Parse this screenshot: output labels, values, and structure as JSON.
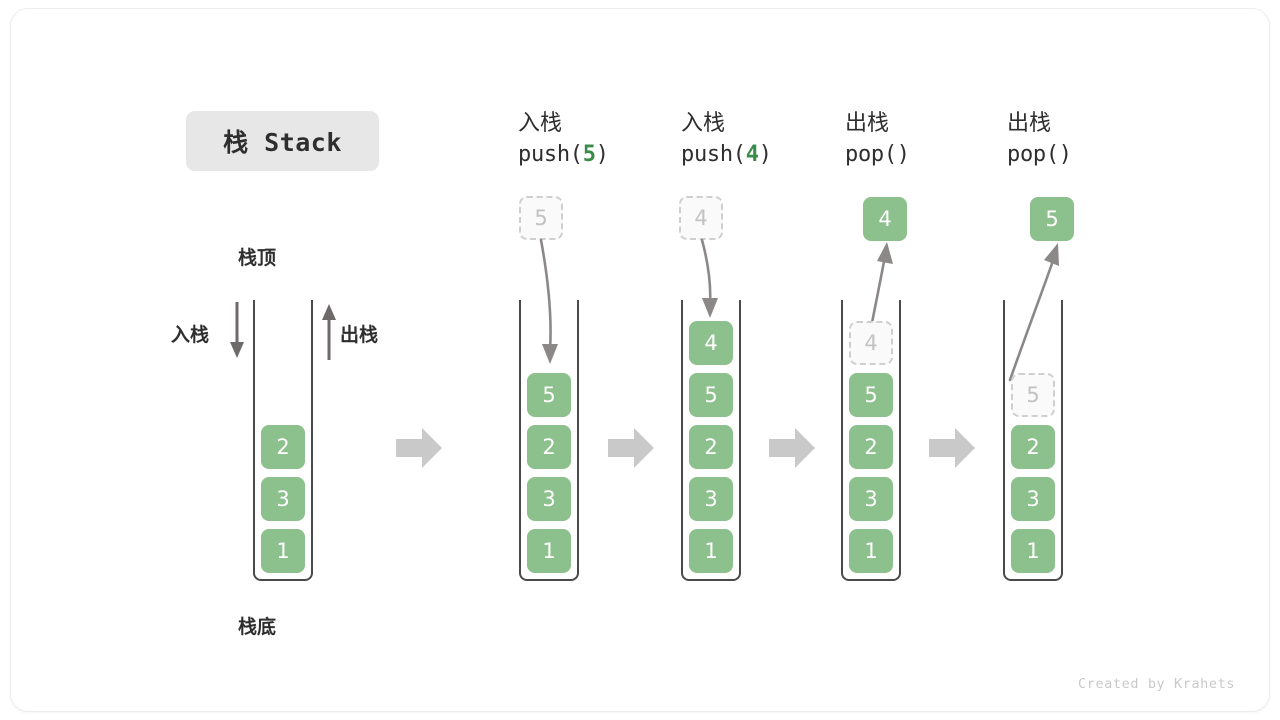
{
  "title": {
    "badge": "栈 Stack"
  },
  "legend": {
    "top_label": "栈顶",
    "bottom_label": "栈底",
    "push_label": "入栈",
    "pop_label": "出栈"
  },
  "colors": {
    "box_fill": "#8cc08c",
    "box_text": "#ffffff",
    "ghost_border": "#cfcfcf",
    "ghost_text": "#c2c2c2",
    "frame_stroke": "#4a4a4a",
    "accent_green": "#3a8c4a",
    "flow_arrow": "#c9c9c9",
    "badge_bg": "#e7e7e7"
  },
  "columns": [
    {
      "id": "initial",
      "header_cn": "",
      "header_fn": "",
      "header_arg": "",
      "stack": [
        "2",
        "3",
        "1"
      ],
      "ghost": null,
      "outside": null
    },
    {
      "id": "push-5",
      "header_cn": "入栈",
      "header_fn_prefix": "push(",
      "header_arg": "5",
      "header_fn_suffix": ")",
      "stack": [
        "5",
        "2",
        "3",
        "1"
      ],
      "ghost": {
        "value": "5",
        "position": "above"
      },
      "outside": null
    },
    {
      "id": "push-4",
      "header_cn": "入栈",
      "header_fn_prefix": "push(",
      "header_arg": "4",
      "header_fn_suffix": ")",
      "stack": [
        "4",
        "5",
        "2",
        "3",
        "1"
      ],
      "ghost": {
        "value": "4",
        "position": "above"
      },
      "outside": null
    },
    {
      "id": "pop-1",
      "header_cn": "出栈",
      "header_fn_prefix": "pop(",
      "header_arg": "",
      "header_fn_suffix": ")",
      "stack": [
        "5",
        "2",
        "3",
        "1"
      ],
      "ghost": {
        "value": "4",
        "position": "inside-top"
      },
      "outside": {
        "value": "4"
      }
    },
    {
      "id": "pop-2",
      "header_cn": "出栈",
      "header_fn_prefix": "pop(",
      "header_arg": "",
      "header_fn_suffix": ")",
      "stack": [
        "2",
        "3",
        "1"
      ],
      "ghost": {
        "value": "5",
        "position": "inside-top"
      },
      "outside": {
        "value": "5"
      }
    }
  ],
  "footer": {
    "credit": "Created by Krahets"
  }
}
